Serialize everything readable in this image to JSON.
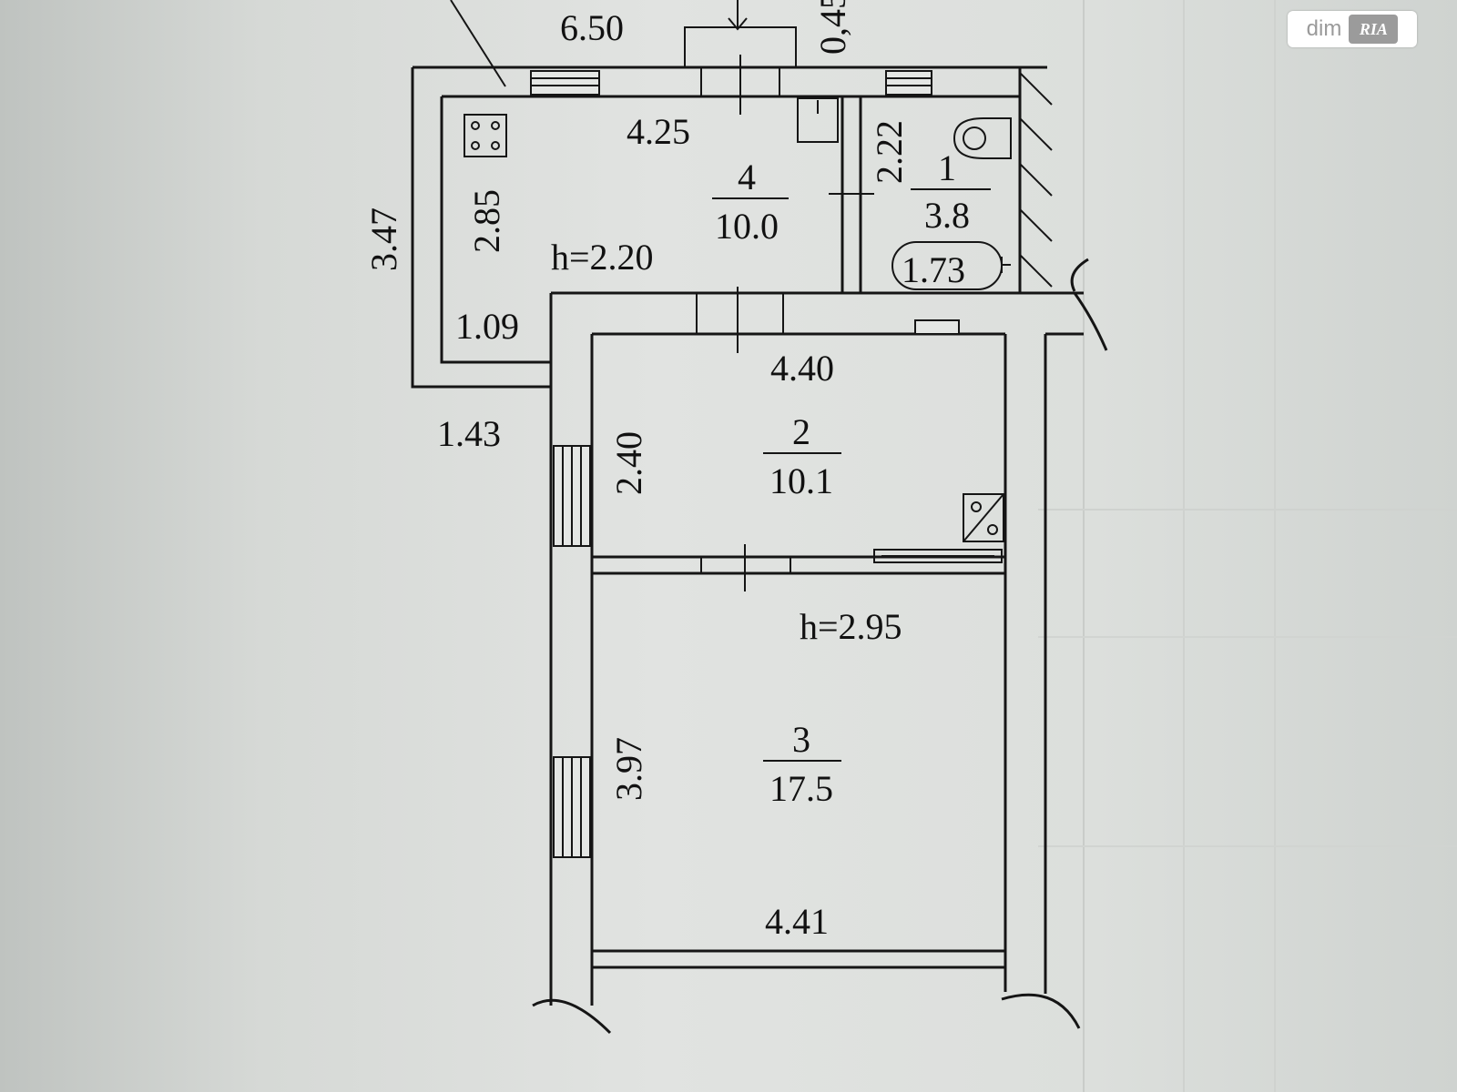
{
  "logo": {
    "text": "dim",
    "mark": "RIA"
  },
  "dimensions": {
    "top_total": "6.50",
    "top_small": "0,45",
    "left_outer": "3.47",
    "kitchen_height": "2.85",
    "kitchen_width": "4.25",
    "corridor_width": "1.09",
    "corridor_depth": "1.43",
    "bath_depth": "2.22",
    "bath_width": "1.73",
    "room2_width": "4.40",
    "room2_depth": "2.40",
    "room3_depth": "3.97",
    "room3_width": "4.41"
  },
  "ceiling_heights": {
    "upper": "h=2.20",
    "lower": "h=2.95"
  },
  "rooms": [
    {
      "number": "1",
      "area": "3.8"
    },
    {
      "number": "2",
      "area": "10.1"
    },
    {
      "number": "3",
      "area": "17.5"
    },
    {
      "number": "4",
      "area": "10.0"
    }
  ]
}
